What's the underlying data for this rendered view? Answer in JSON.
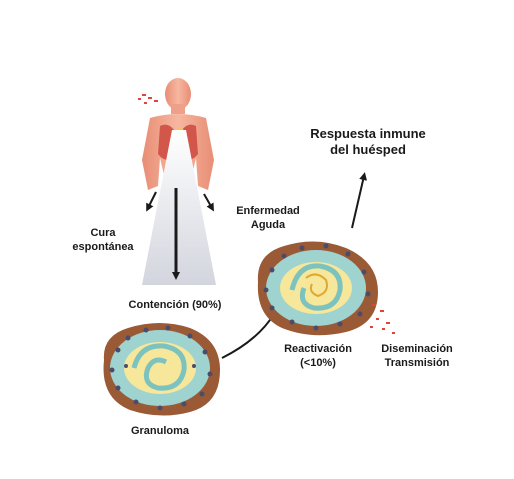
{
  "labels": {
    "cura_line1": "Cura",
    "cura_line2": "espontánea",
    "enfermedad_line1": "Enfermedad",
    "enfermedad_line2": "Aguda",
    "respuesta_line1": "Respuesta inmune",
    "respuesta_line2": "del huésped",
    "contencion": "Contención (90%)",
    "reactivacion_line1": "Reactivación",
    "reactivacion_line2": "(<10%)",
    "diseminacion_line1": "Diseminación",
    "diseminacion_line2": "Transmisión",
    "granuloma": "Granuloma"
  },
  "colors": {
    "body_skin": "#f2a48a",
    "body_shade": "#e07a62",
    "lung_red": "#c84a3c",
    "granuloma_outer": "#9a5a36",
    "granuloma_ring": "#9fd3d0",
    "granuloma_core": "#f6e79a",
    "spray_red": "#e0443a",
    "cone_gray": "#d9dbe2",
    "arrow": "#1a1a1a"
  },
  "icons": [
    "human-body-icon",
    "lungs-icon",
    "granuloma-icon",
    "bacteria-spray-icon"
  ]
}
